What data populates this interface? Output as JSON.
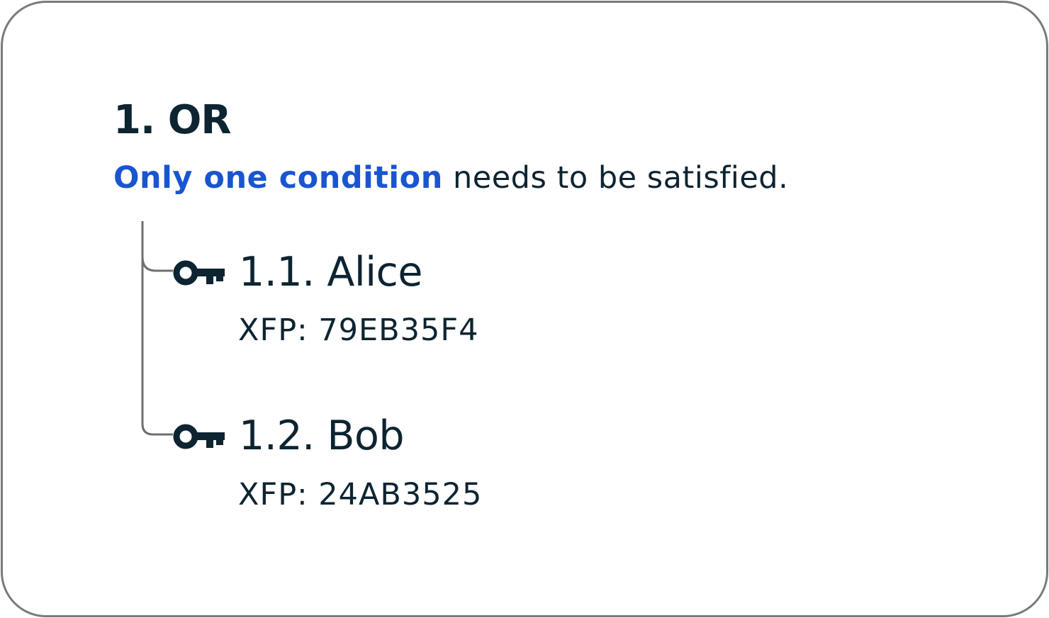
{
  "node": {
    "title": "1. OR",
    "description": {
      "highlight": "Only one condition",
      "rest": "needs to be satisfied."
    },
    "children": [
      {
        "title": "1.1. Alice",
        "xfp": "XFP: 79EB35F4",
        "icon": "key-icon"
      },
      {
        "title": "1.2. Bob",
        "xfp": "XFP: 24AB3525",
        "icon": "key-icon"
      }
    ]
  },
  "colors": {
    "text": "#0d2431",
    "accent": "#1a55d0",
    "border": "#7a7a7a"
  }
}
